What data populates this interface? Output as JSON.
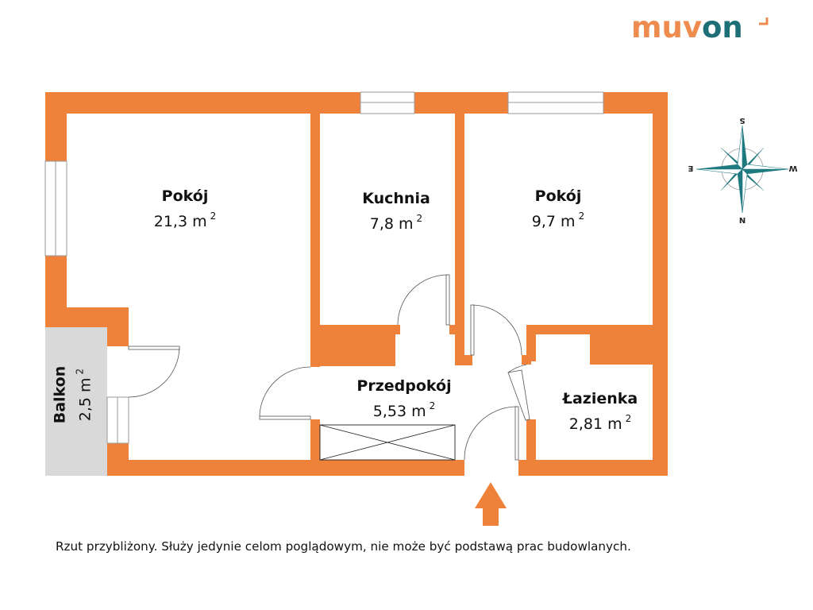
{
  "brand": {
    "logo_part1": "muv",
    "logo_part2": "on",
    "colors": {
      "wall": "#EE823A",
      "balcony": "#D9D9D9",
      "accent_orange": "#EE8C4F",
      "accent_teal": "#1F6F78"
    }
  },
  "rooms": [
    {
      "id": "pokoj-large",
      "name": "Pokój",
      "area": "21,3 m",
      "unit_sup": "2"
    },
    {
      "id": "kuchnia",
      "name": "Kuchnia",
      "area": "7,8 m",
      "unit_sup": "2"
    },
    {
      "id": "pokoj-small",
      "name": "Pokój",
      "area": "9,7 m",
      "unit_sup": "2"
    },
    {
      "id": "przedpokoj",
      "name": "Przedpokój",
      "area": "5,53 m",
      "unit_sup": "2"
    },
    {
      "id": "lazienka",
      "name": "Łazienka",
      "area": "2,81 m",
      "unit_sup": "2"
    },
    {
      "id": "balkon",
      "name": "Balkon",
      "area": "2,5 m",
      "unit_sup": "2"
    }
  ],
  "compass": {
    "top": "S",
    "bottom": "N",
    "left": "E",
    "right": "W"
  },
  "entrance_icon": "arrow-up-icon",
  "disclaimer": "Rzut przybliżony. Służy jedynie celom poglądowym, nie może być podstawą prac budowlanych."
}
